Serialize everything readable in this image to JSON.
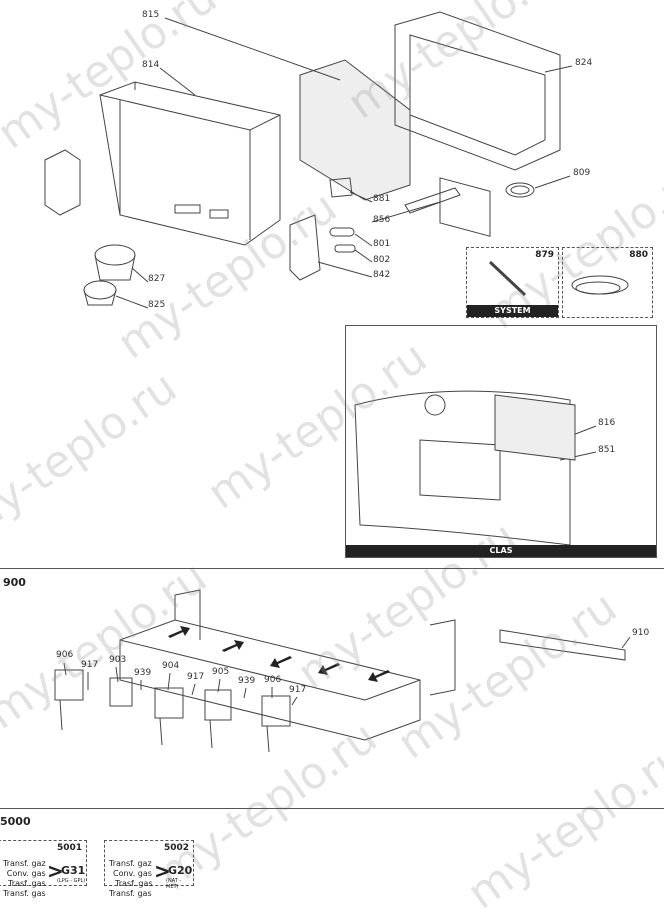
{
  "watermark": "my-teplo.ru",
  "top_labels": [
    "815",
    "814",
    "824",
    "809",
    "881",
    "856",
    "801",
    "802",
    "842",
    "827",
    "825"
  ],
  "kits": [
    {
      "number": "879",
      "caption": "SYSTEM"
    },
    {
      "number": "880",
      "caption": ""
    }
  ],
  "clas": {
    "caption": "CLAS",
    "labels": [
      "816",
      "851"
    ]
  },
  "section_900": {
    "title": "900",
    "labels": [
      "906",
      "917",
      "903",
      "939",
      "904",
      "917",
      "905",
      "939",
      "906",
      "917",
      "910"
    ]
  },
  "section_5000": {
    "title": "5000",
    "kits": [
      {
        "number": "5001",
        "lines": [
          "Transf. gaz",
          "Conv. gas",
          "Trasf. gas",
          "Transf. gas"
        ],
        "symbol": ">",
        "gas": "G31",
        "sub": "(LPG - GPL)"
      },
      {
        "number": "5002",
        "lines": [
          "Transf. gaz",
          "Conv. gas",
          "Trasf. gas",
          "Transf. gas"
        ],
        "symbol": ">",
        "gas": "G20",
        "sub": "(NAT - MET)"
      }
    ]
  }
}
